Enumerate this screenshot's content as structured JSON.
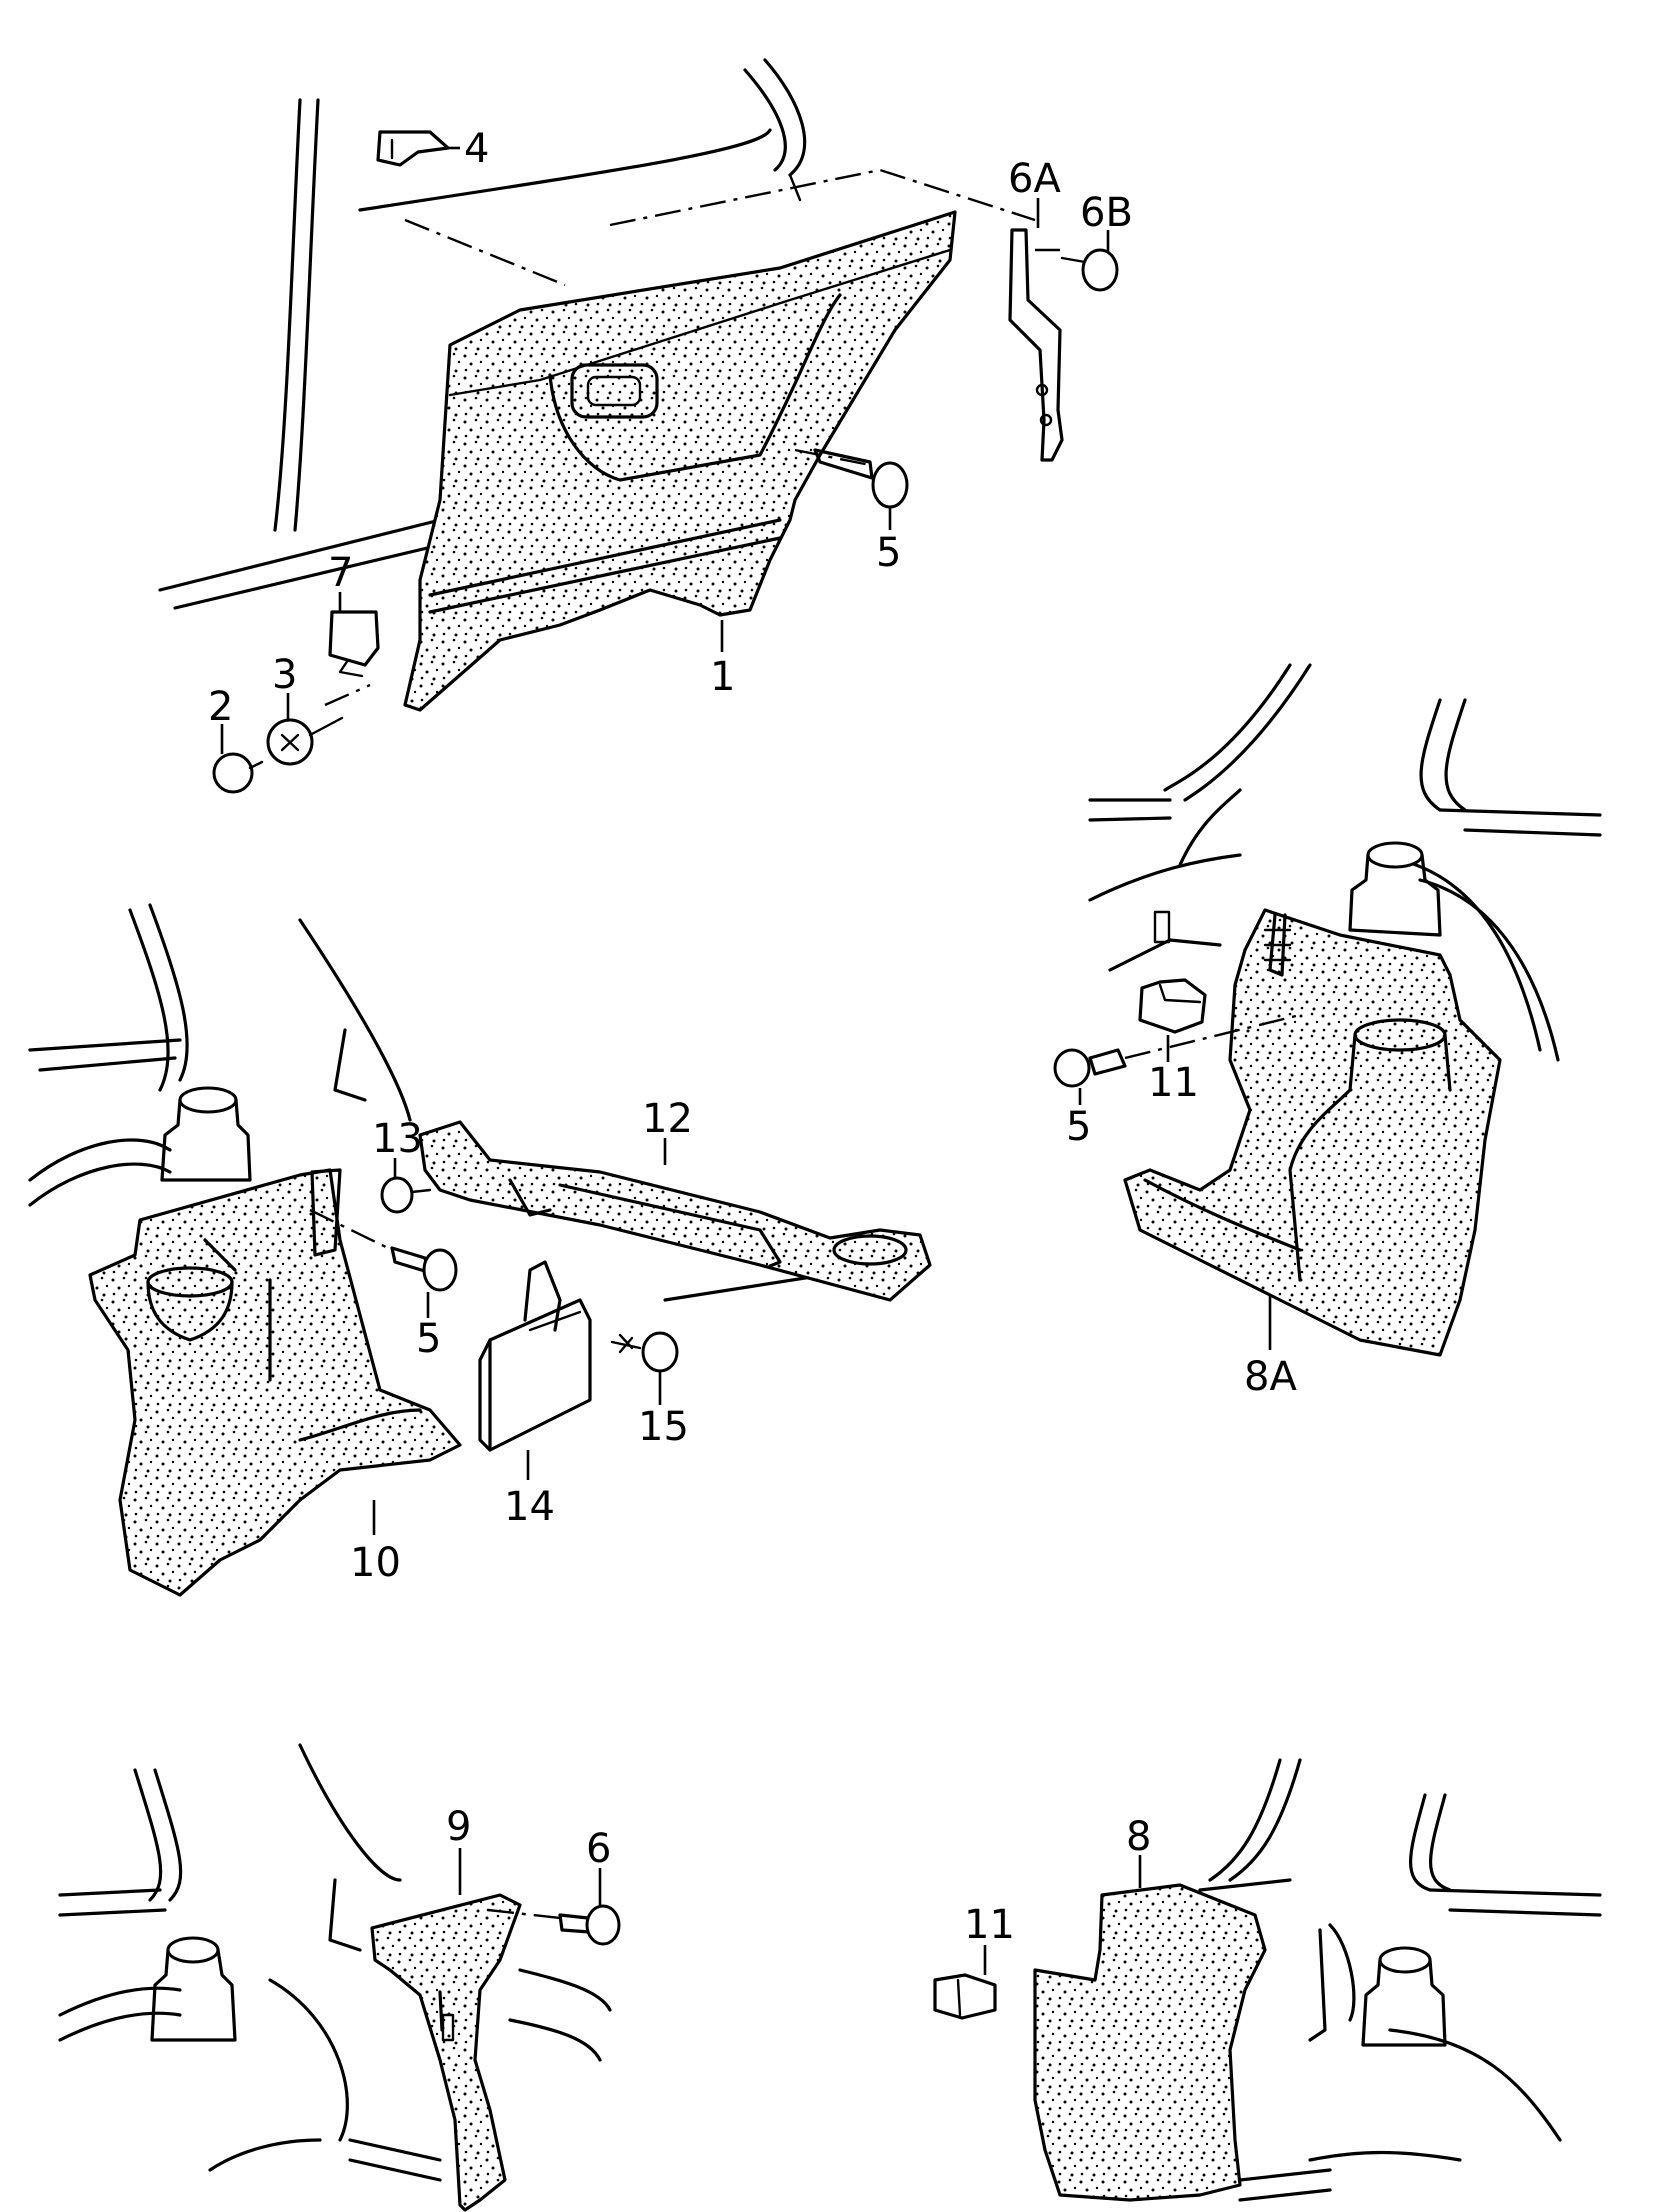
{
  "colors": {
    "line": "#000000",
    "background": "#ffffff"
  },
  "callouts": {
    "c1": "1",
    "c2": "2",
    "c3": "3",
    "c4": "4",
    "c5a": "5",
    "c6a": "6A",
    "c6b": "6B",
    "c7": "7",
    "c12": "12",
    "c13": "13",
    "c5b": "5",
    "c15": "15",
    "c14": "14",
    "c10": "10",
    "c11a": "11",
    "c5c": "5",
    "c8a": "8A",
    "c9": "9",
    "c6": "6",
    "c8": "8",
    "c11b": "11"
  }
}
